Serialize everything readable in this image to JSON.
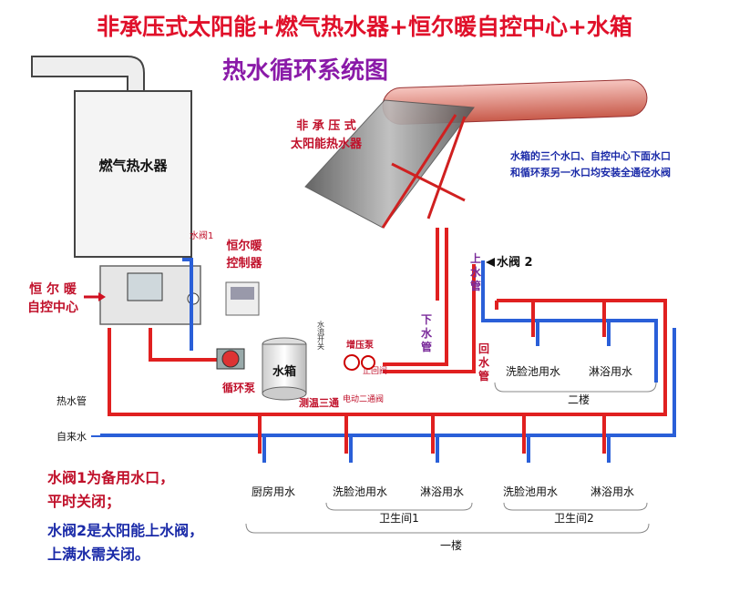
{
  "title": "非承压式太阳能+燃气热水器+恒尔暖自控中心+水箱",
  "subtitle": "热水循环系统图",
  "components": {
    "gas_heater": "燃气热水器",
    "solar_line1": "非 承 压 式",
    "solar_line2": "太阳能热水器",
    "control_center_line1": "恒 尔 暖",
    "control_center_line2": "自控中心",
    "controller_line1": "恒尔暖",
    "controller_line2": "控制器",
    "tank": "水箱",
    "circ_pump": "循环泵",
    "booster_pump": "增压泵",
    "flow_switch": "水流开关",
    "check_valve": "止回阀",
    "mix_valve": "测温三通",
    "elec_valve": "电动二通阀"
  },
  "pipes": {
    "valve1": "水阀1",
    "valve2": "水阀 2",
    "up_pipe": [
      "上",
      "水",
      "管"
    ],
    "down_pipe": [
      "下",
      "水",
      "管"
    ],
    "return_pipe": [
      "回",
      "水",
      "管"
    ],
    "hot_pipe": "热水管",
    "cold_pipe": "自来水"
  },
  "note_top": [
    "水箱的三个水口、自控中心下面水口",
    "和循环泵另一水口均安装全通径水阀"
  ],
  "floors": {
    "second": {
      "label": "二楼",
      "fixtures": [
        "洗脸池用水",
        "淋浴用水"
      ]
    },
    "first": {
      "label": "一楼",
      "fixtures": [
        "厨房用水",
        "洗脸池用水",
        "淋浴用水",
        "洗脸池用水",
        "淋浴用水"
      ],
      "bathroom1": "卫生间1",
      "bathroom2": "卫生间2"
    }
  },
  "notes_bottom": [
    "水阀1为备用水口，",
    "平时关闭；",
    "水阀2是太阳能上水阀，",
    "上满水需关闭。"
  ],
  "colors": {
    "title_red": "#e0102a",
    "subtitle_purple": "#8a1aa8",
    "hot": "#e02020",
    "cold": "#2a5fd8",
    "note_blue": "#1a2aa8"
  }
}
